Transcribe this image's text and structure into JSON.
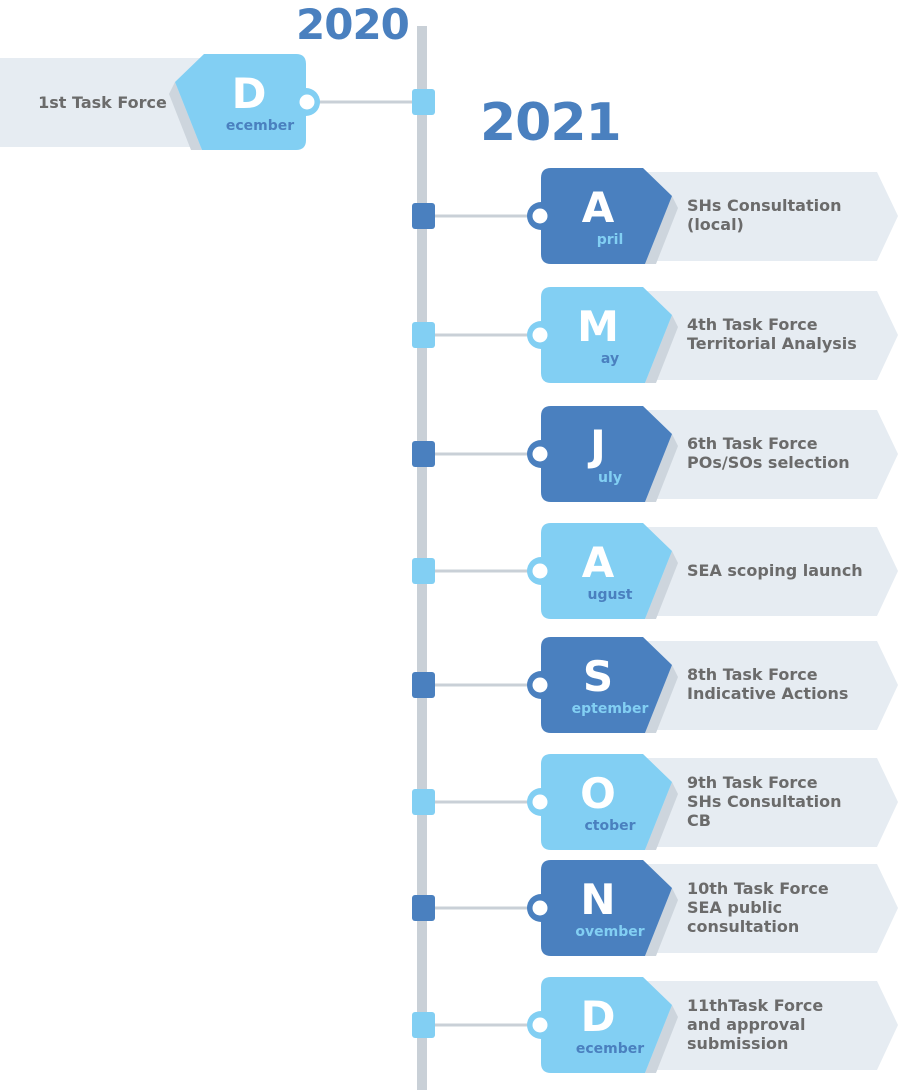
{
  "years": {
    "first": "2020",
    "second": "2021"
  },
  "colors": {
    "dark": "#4a80bf",
    "light": "#82cff3",
    "panel": "#e6ecf2",
    "spine": "#c9d0d7",
    "text": "#6b6b6b"
  },
  "events_2020": [
    {
      "letter": "D",
      "suffix": "ecember",
      "label": "1st Task Force",
      "tone": "light"
    }
  ],
  "events_2021": [
    {
      "letter": "A",
      "suffix": "pril",
      "label": "SHs Consultation\n(local)",
      "tone": "dark"
    },
    {
      "letter": "M",
      "suffix": "ay",
      "label": "4th Task Force\nTerritorial Analysis",
      "tone": "light"
    },
    {
      "letter": "J",
      "suffix": "uly",
      "label": "6th Task Force\nPOs/SOs selection",
      "tone": "dark"
    },
    {
      "letter": "A",
      "suffix": "ugust",
      "label": "SEA scoping launch",
      "tone": "light"
    },
    {
      "letter": "S",
      "suffix": "eptember",
      "label": "8th Task Force\nIndicative Actions",
      "tone": "dark"
    },
    {
      "letter": "O",
      "suffix": "ctober",
      "label": "9th Task Force\nSHs Consultation\nCB",
      "tone": "light"
    },
    {
      "letter": "N",
      "suffix": "ovember",
      "label": "10th Task Force\nSEA public\nconsultation",
      "tone": "dark"
    },
    {
      "letter": "D",
      "suffix": "ecember",
      "label": "11thTask Force\nand approval\nsubmission",
      "tone": "light"
    }
  ]
}
